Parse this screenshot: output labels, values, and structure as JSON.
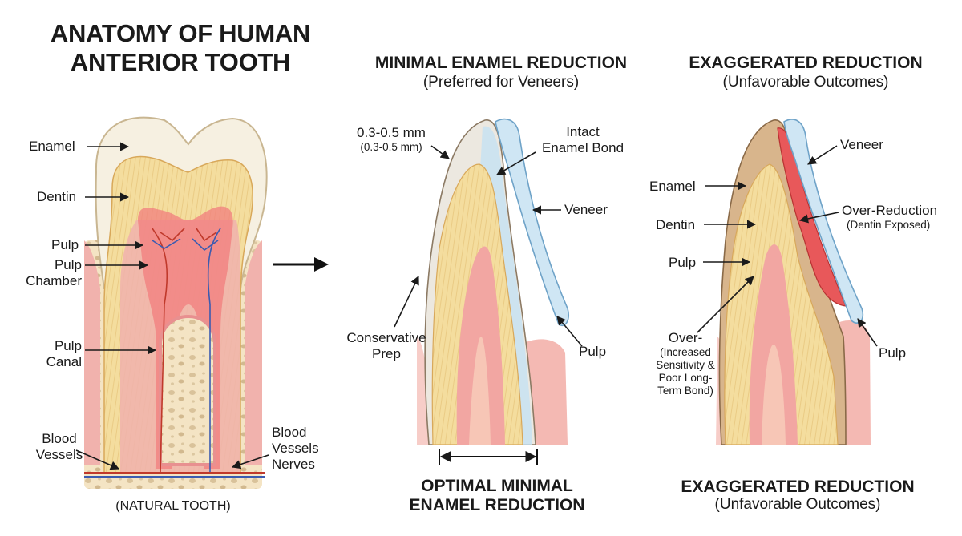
{
  "title": {
    "line1": "ANATOMY OF HUMAN",
    "line2": "ANTERIOR TOOTH"
  },
  "natural": {
    "labels": {
      "enamel": "Enamel",
      "dentin": "Dentin",
      "pulp": "Pulp",
      "pulp_chamber_1": "Pulp",
      "pulp_chamber_2": "Chamber",
      "pulp_canal_1": "Pulp",
      "pulp_canal_2": "Canal",
      "blood_vessels_1": "Blood",
      "blood_vessels_2": "Vessels",
      "bvn_1": "Blood",
      "bvn_2": "Vessels",
      "bvn_3": "Nerves"
    },
    "caption": "(NATURAL TOOTH)"
  },
  "minimal": {
    "heading": "MINIMAL ENAMEL REDUCTION",
    "subheading": "(Preferred for Veneers)",
    "labels": {
      "thickness": "0.3-0.5 mm",
      "thickness_small": "(0.3-0.5 mm)",
      "intact_1": "Intact",
      "intact_2": "Enamel Bond",
      "veneer": "Veneer",
      "conservative_1": "Conservative",
      "conservative_2": "Prep",
      "pulp": "Pulp"
    },
    "caption_1": "OPTIMAL MINIMAL",
    "caption_2": "ENAMEL REDUCTION"
  },
  "exaggerated": {
    "heading": "EXAGGERATED REDUCTION",
    "subheading": "(Unfavorable Outcomes)",
    "labels": {
      "veneer": "Veneer",
      "enamel": "Enamel",
      "over_reduction": "Over-Reduction",
      "dentin_exposed": "(Dentin Exposed)",
      "dentin": "Dentin",
      "pulp_left": "Pulp",
      "over_1": "Over-",
      "over_2": "(Increased",
      "over_3": "Sensitivity &",
      "over_4": "Poor Long-",
      "over_5": "Term Bond)",
      "pulp_right": "Pulp"
    },
    "caption_1": "EXAGGERATED REDUCTION",
    "caption_2": "(Unfavorable Outcomes)"
  },
  "colors": {
    "enamel": "#f5efe0",
    "dentin": "#f3dc9a",
    "pulp": "#f2a6a2",
    "gum": "#f4b9b3",
    "bone": "#f3e3c3",
    "veneer": "#cfe6f4",
    "over_reduction": "#e8585a",
    "brown_enamel": "#d6b48c"
  }
}
